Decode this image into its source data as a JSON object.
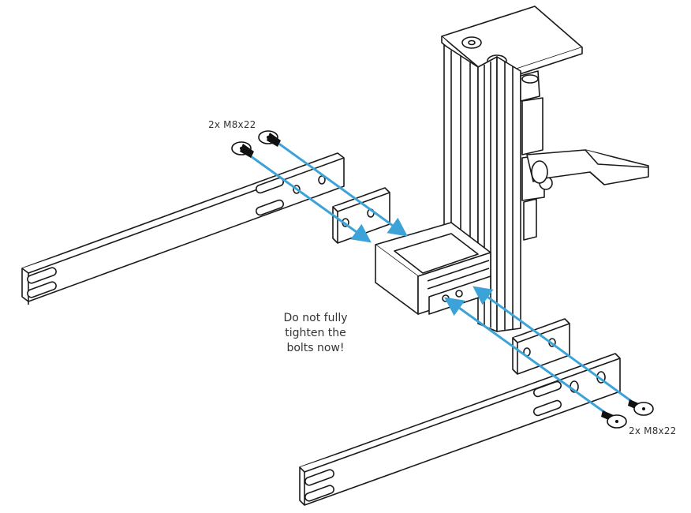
{
  "labels": {
    "bolts_top": "2x M8x22",
    "bolts_bottom": "2x M8x22",
    "note_line1": "Do not fully",
    "note_line2": "tighten the",
    "note_line3": "bolts now!"
  },
  "colors": {
    "arrow": "#3ca3d8",
    "outline": "#1a1a1a",
    "bolt_head": "#111111"
  }
}
